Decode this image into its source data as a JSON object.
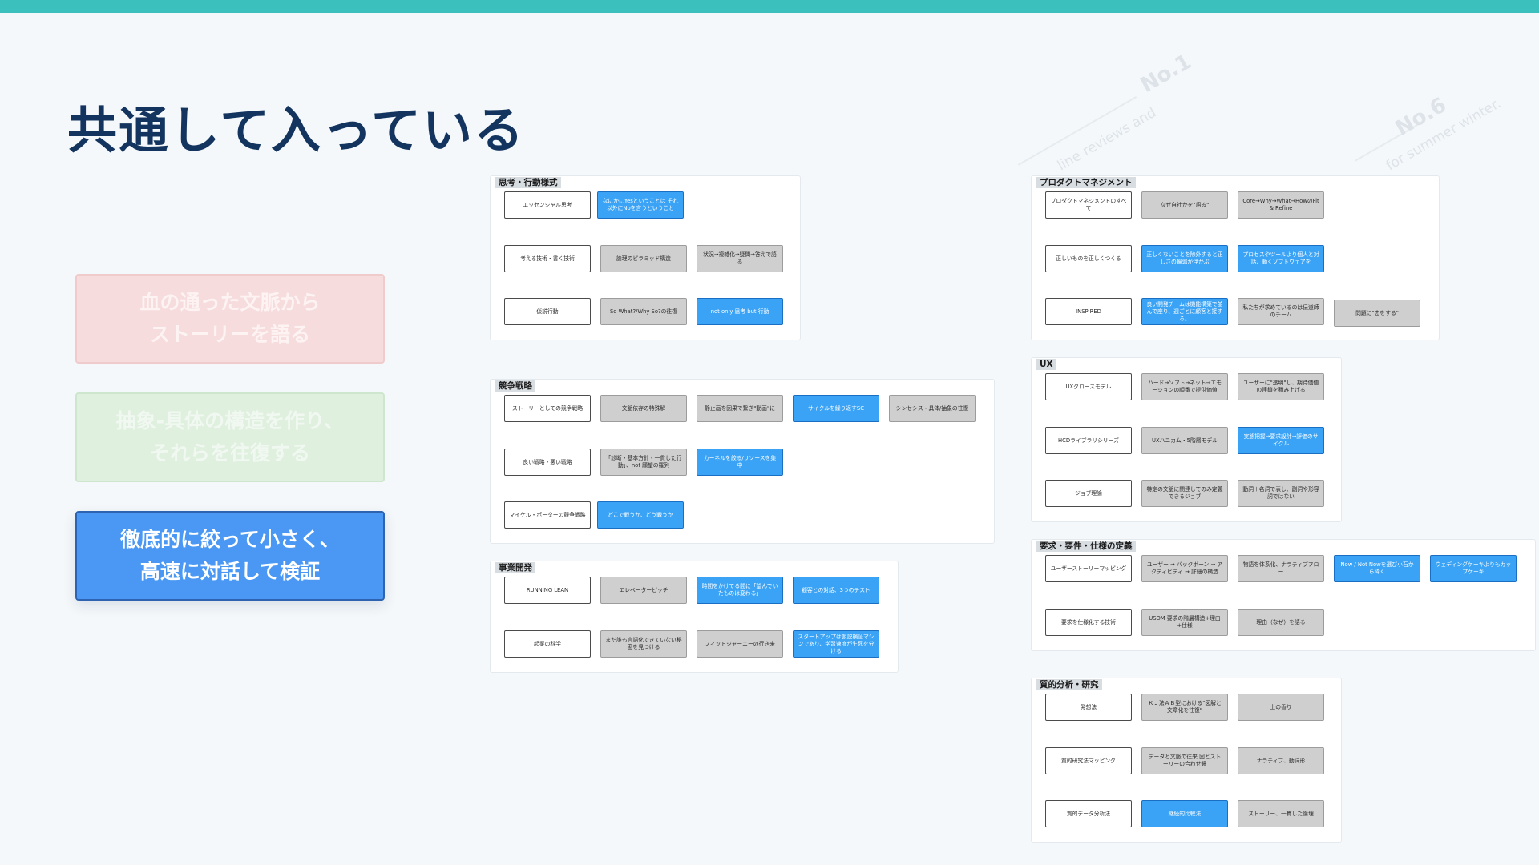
{
  "slide": {
    "title": "共通して入っている",
    "accent_color": "#3cc0bd",
    "title_color": "#13345e"
  },
  "watermark": {
    "no1": "No.1",
    "no1_sub": "line reviews and",
    "no6": "No.6",
    "no6_sub": "for summer winter."
  },
  "cards": [
    {
      "text": "血の通った文脈から\nストーリーを語る"
    },
    {
      "text": "抽象-具体の構造を作り、\nそれらを往復する"
    },
    {
      "text": "徹底的に絞って小さく、\n高速に対話して検証"
    }
  ],
  "panels": {
    "thinking": {
      "title": "思考・行動様式",
      "items": [
        {
          "text": "エッセンシャル思考",
          "style": "w"
        },
        {
          "text": "なにかにYesということは それ以外にNoを言うということ",
          "style": "b"
        },
        {
          "text": "考える技術・書く技術",
          "style": "w"
        },
        {
          "text": "論理のピラミッド構造",
          "style": "g"
        },
        {
          "text": "状況→複雑化→疑問→答えで語る",
          "style": "g"
        },
        {
          "text": "仮説行動",
          "style": "w"
        },
        {
          "text": "So What?/Why So?の往復",
          "style": "g"
        },
        {
          "text": "not only 思考 but 行動",
          "style": "b"
        }
      ]
    },
    "strategy": {
      "title": "競争戦略",
      "items": [
        {
          "text": "ストーリーとしての競争戦略",
          "style": "w"
        },
        {
          "text": "文脈依存の特殊解",
          "style": "g"
        },
        {
          "text": "静止画を因果で繋ぎ\"動画\"に",
          "style": "g"
        },
        {
          "text": "サイクルを繰り返すSC",
          "style": "b"
        },
        {
          "text": "シンセシス・具体/抽象の往復",
          "style": "g"
        },
        {
          "text": "良い戦略・悪い戦略",
          "style": "w"
        },
        {
          "text": "「診断・基本方針・一貫した行動」、not 願望の羅列",
          "style": "g"
        },
        {
          "text": "カーネルを絞る/リソースを集中",
          "style": "b"
        },
        {
          "text": "マイケル・ポーターの競争戦略",
          "style": "w"
        },
        {
          "text": "どこで戦うか、どう戦うか",
          "style": "b"
        }
      ]
    },
    "business": {
      "title": "事業開発",
      "items": [
        {
          "text": "RUNNING LEAN",
          "style": "w"
        },
        {
          "text": "エレベーターピッチ",
          "style": "g"
        },
        {
          "text": "時間をかけてる間に「望んでいたものは変わる」",
          "style": "b"
        },
        {
          "text": "顧客との対話、3つのテスト",
          "style": "b"
        },
        {
          "text": "起業の科学",
          "style": "w"
        },
        {
          "text": "まだ誰も言語化できていない秘密を見つける",
          "style": "g"
        },
        {
          "text": "フィットジャーニーの行き来",
          "style": "g"
        },
        {
          "text": "スタートアップは仮説検証マシンであり、学習速度が生死を分ける",
          "style": "b"
        }
      ]
    },
    "product": {
      "title": "プロダクトマネジメント",
      "items": [
        {
          "text": "プロダクトマネジメントのすべて",
          "style": "w"
        },
        {
          "text": "なぜ自社かを\"語る\"",
          "style": "g"
        },
        {
          "text": "Core→Why→What→HowのFit & Refine",
          "style": "g"
        },
        {
          "text": "正しいものを正しくつくる",
          "style": "w"
        },
        {
          "text": "正しくないことを除外すると正しさの輪郭が浮かぶ",
          "style": "b"
        },
        {
          "text": "プロセスやツールより個人と対話、動くソフトウェアを",
          "style": "b"
        },
        {
          "text": "INSPIRED",
          "style": "w"
        },
        {
          "text": "良い開発チームは機能構築で並んで座り、週ごとに顧客と接する。",
          "style": "b"
        },
        {
          "text": "私たちが求めているのは伝道師のチーム",
          "style": "g"
        },
        {
          "text": "問題に\"恋をする\"",
          "style": "g"
        }
      ]
    },
    "ux": {
      "title": "UX",
      "items": [
        {
          "text": "UXグロースモデル",
          "style": "w"
        },
        {
          "text": "ハード→ソフト→ネット→エモーションの順番で提供価値",
          "style": "g"
        },
        {
          "text": "ユーザーに\"透明\"し、期待価値の連鎖を積み上げる",
          "style": "g"
        },
        {
          "text": "HCDライブラリシリーズ",
          "style": "w"
        },
        {
          "text": "UXハニカム・5階層モデル",
          "style": "g"
        },
        {
          "text": "実態把握→要求設計→評価のサイクル",
          "style": "b"
        },
        {
          "text": "ジョブ理論",
          "style": "w"
        },
        {
          "text": "特定の文脈に関連してのみ定義できるジョブ",
          "style": "g"
        },
        {
          "text": "動詞＋名詞で表し、副詞や形容詞ではない",
          "style": "g"
        }
      ]
    },
    "requirements": {
      "title": "要求・要件・仕様の定義",
      "items": [
        {
          "text": "ユーザーストーリーマッピング",
          "style": "w"
        },
        {
          "text": "ユーザー → バックボーン → アクティビティ → 詳細の構造",
          "style": "g"
        },
        {
          "text": "物語を体系化、ナラティブフロー",
          "style": "g"
        },
        {
          "text": "Now / Not Nowを選び小石から砕く",
          "style": "b"
        },
        {
          "text": "ウェディングケーキよりもカップケーキ",
          "style": "b"
        },
        {
          "text": "要求を仕様化する技術",
          "style": "w"
        },
        {
          "text": "USDM 要求の階層構造+理由+仕様",
          "style": "g"
        },
        {
          "text": "理由（なぜ）を語る",
          "style": "g"
        }
      ]
    },
    "qualitative": {
      "title": "質的分析・研究",
      "items": [
        {
          "text": "発想法",
          "style": "w"
        },
        {
          "text": "ＫＪ法ＡＢ型における\"図解と文章化を往復\"",
          "style": "g"
        },
        {
          "text": "土の香り",
          "style": "g"
        },
        {
          "text": "質的研究法マッピング",
          "style": "w"
        },
        {
          "text": "データと文脈の往来 図とストーリーの合わせ鏡",
          "style": "g"
        },
        {
          "text": "ナラティブ、動詞形",
          "style": "g"
        },
        {
          "text": "質的データ分析法",
          "style": "w"
        },
        {
          "text": "継続的比較法",
          "style": "b"
        },
        {
          "text": "ストーリー、一貫した論理",
          "style": "g"
        }
      ]
    }
  }
}
